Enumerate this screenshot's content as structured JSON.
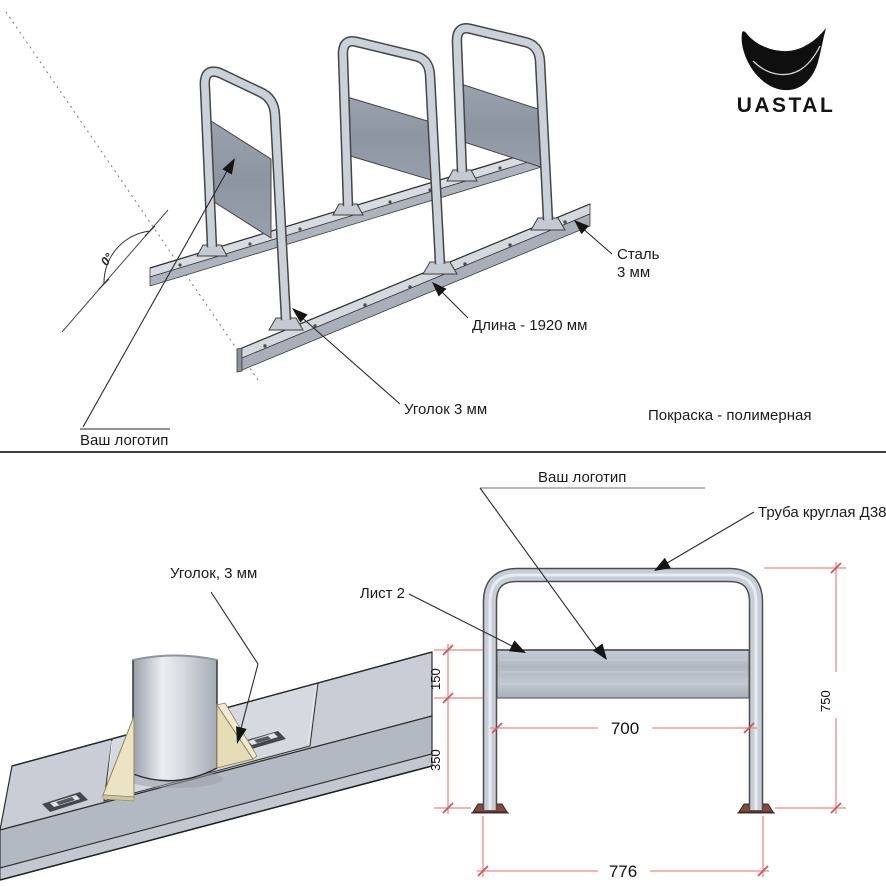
{
  "brand": {
    "name": "UASTAL",
    "logo_color": "#0f0f0f"
  },
  "colors": {
    "dimension_red": "#f48484",
    "metal_light": "#cbd1d9",
    "metal_mid": "#aab1bb",
    "outline_dark": "#464646",
    "gusset_beige": "#e8dfbc"
  },
  "top_view": {
    "angle_value": "0°",
    "label_steel_1": "Сталь",
    "label_steel_2": "3 мм",
    "label_length": "Длина - 1920 мм",
    "label_angle_bar": "Уголок 3 мм",
    "label_coating": "Покраска - полимерная",
    "label_logo": "Ваш логотип"
  },
  "detail_view": {
    "label_gusset": "Уголок, 3 мм"
  },
  "front_view": {
    "label_logo": "Ваш логотип",
    "label_pipe": "Труба круглая Д38",
    "label_sheet": "Лист 2",
    "dim_panel_height": "150",
    "dim_lower_height": "350",
    "dim_inner_width": "700",
    "dim_total_height": "750",
    "dim_outer_width": "776"
  }
}
